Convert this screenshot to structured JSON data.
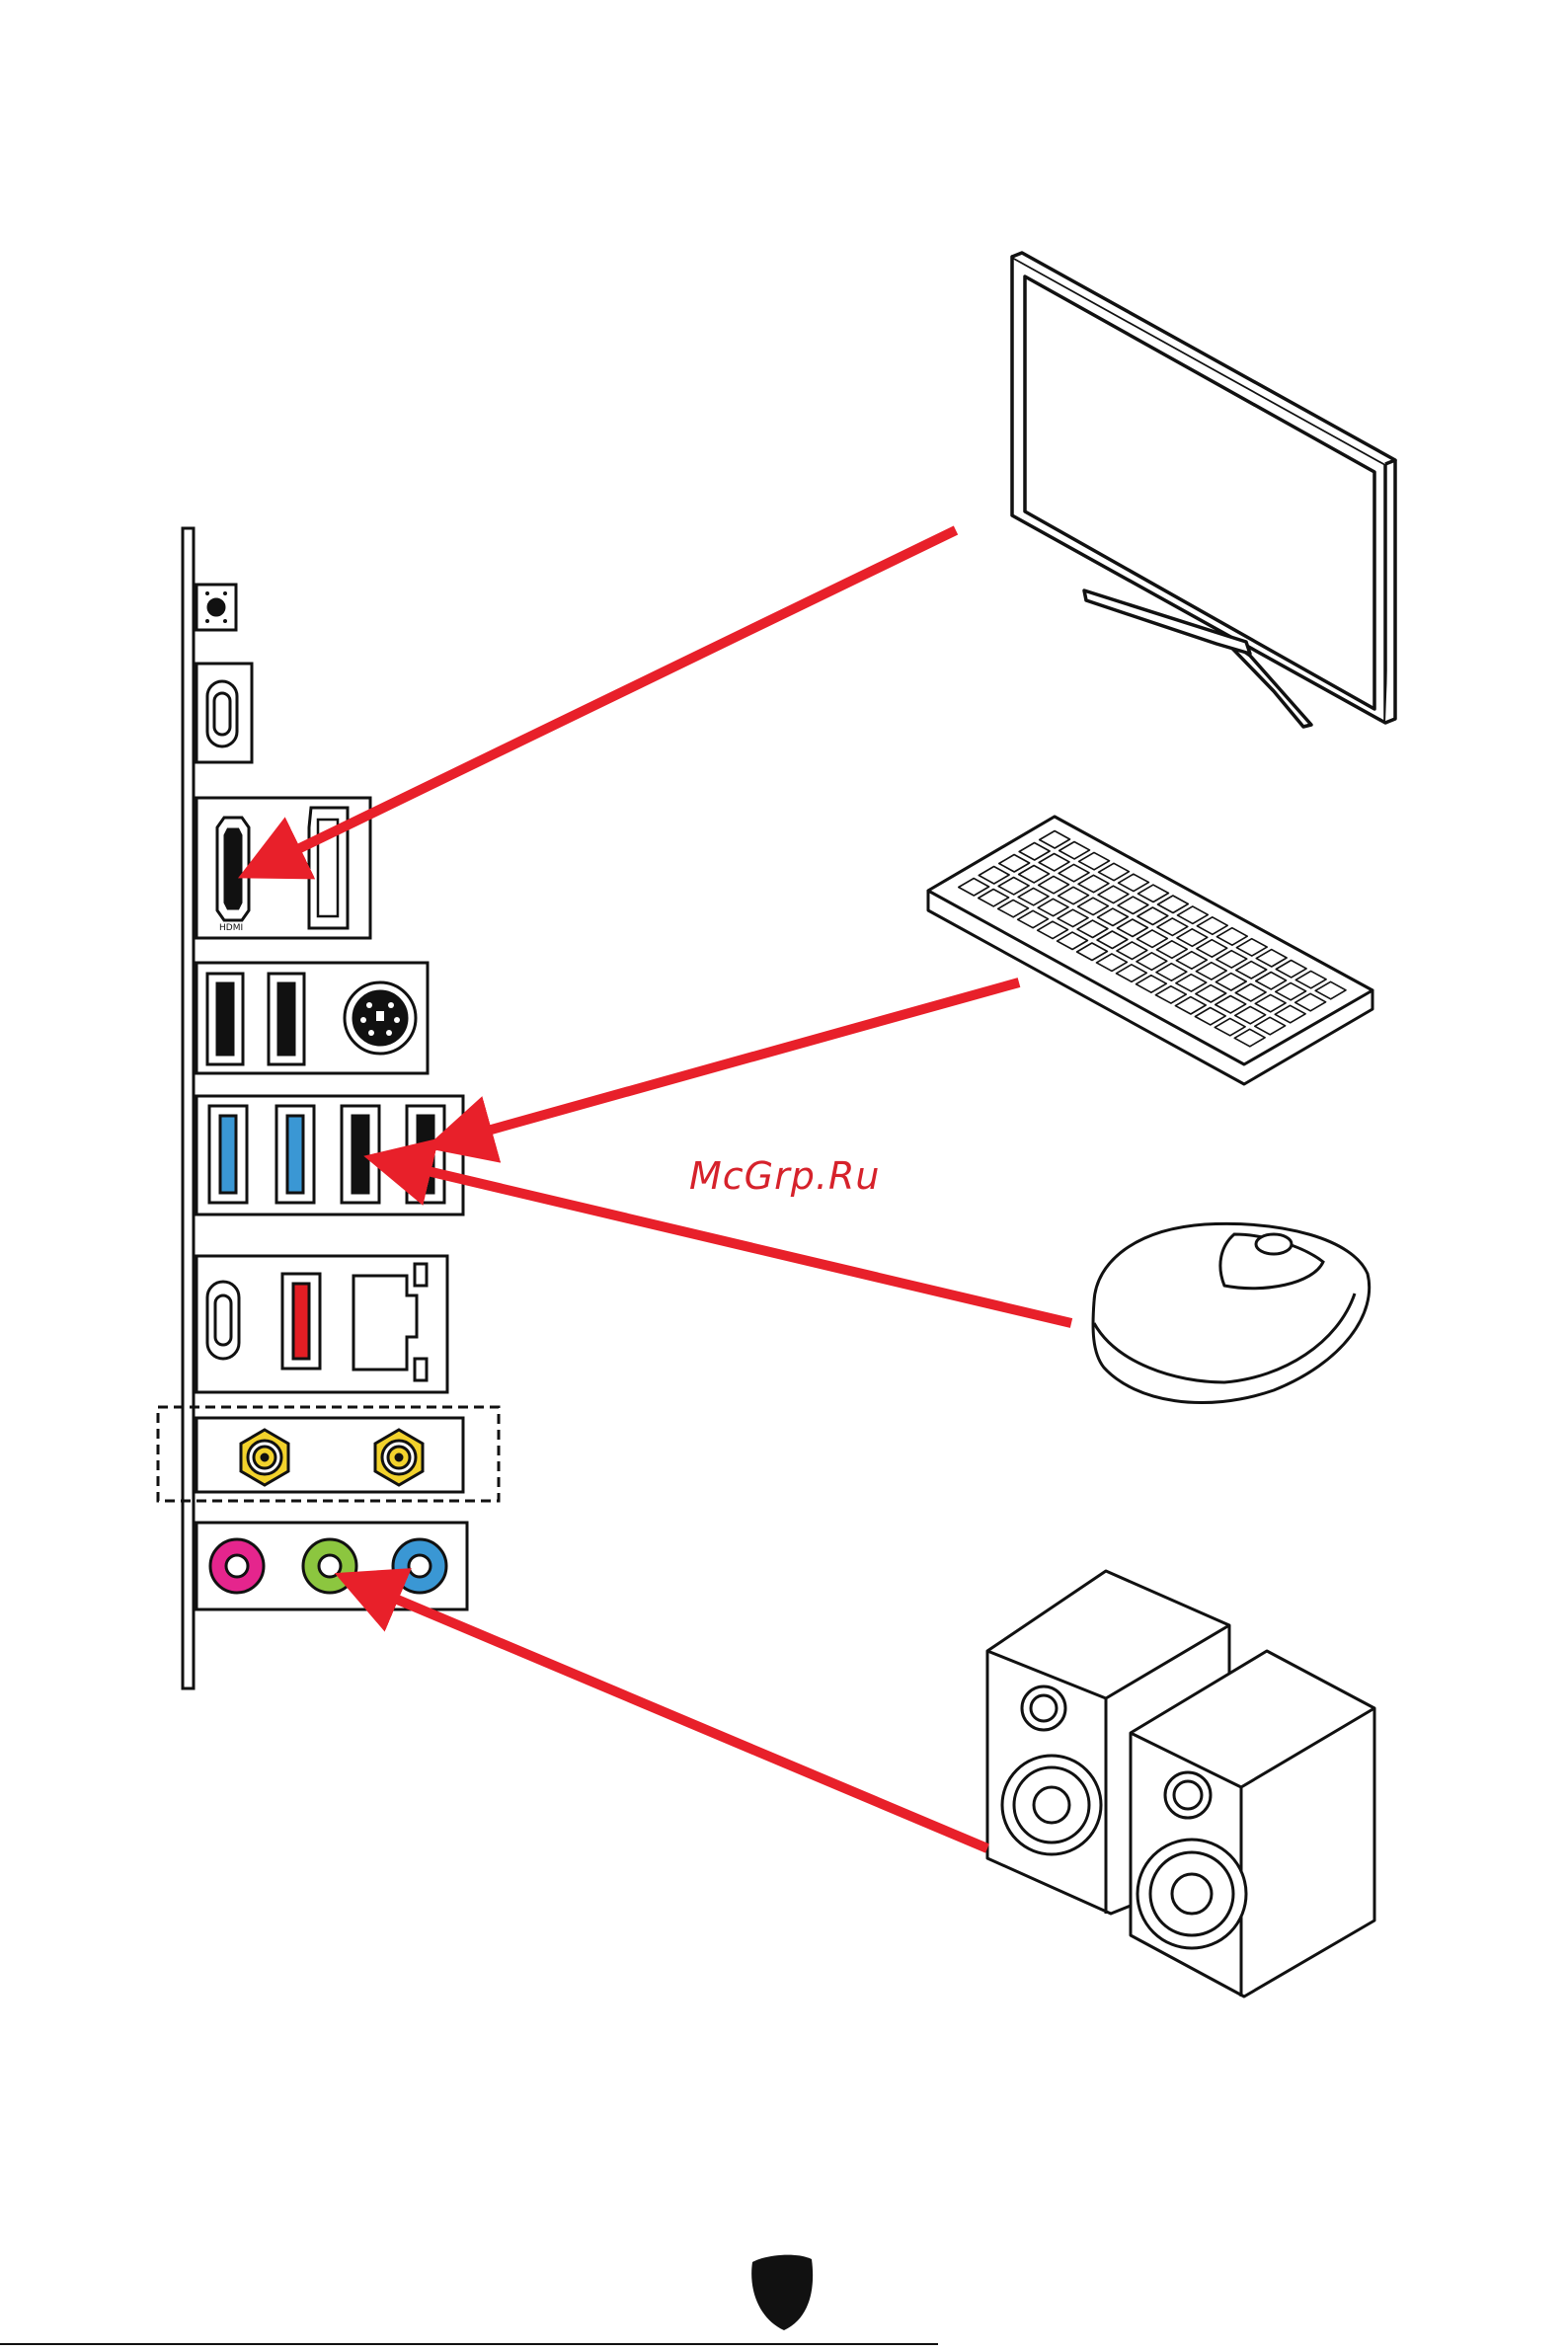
{
  "watermark": {
    "text": "McGrp.Ru"
  },
  "colors": {
    "arrow": "#e8202a",
    "usb3_blue": "#3a97d4",
    "usb_red": "#e31e24",
    "wifi_gold": "#f2d22c",
    "audio_pink": "#e5258d",
    "audio_green": "#8cc63f",
    "audio_blue": "#3a97d4",
    "line": "#111111"
  },
  "io_panel": {
    "ports": [
      "clear-cmos-button",
      "usb-type-c",
      "hdmi",
      "displayport",
      "usb-2-0-x2",
      "ps2-port",
      "usb-3-2-x2",
      "usb-2-0-x2",
      "usb-type-c",
      "usb-red",
      "lan-port",
      "wifi-antenna-x2",
      "audio-mic-in",
      "audio-line-out",
      "audio-line-in"
    ]
  },
  "devices": [
    "monitor",
    "keyboard",
    "mouse",
    "speakers"
  ],
  "connections": [
    {
      "from": "monitor",
      "to": "hdmi"
    },
    {
      "from": "keyboard",
      "to": "usb-2-0"
    },
    {
      "from": "mouse",
      "to": "usb-2-0"
    },
    {
      "from": "speakers",
      "to": "audio-line-out"
    }
  ],
  "logo": "msi-shield-icon"
}
